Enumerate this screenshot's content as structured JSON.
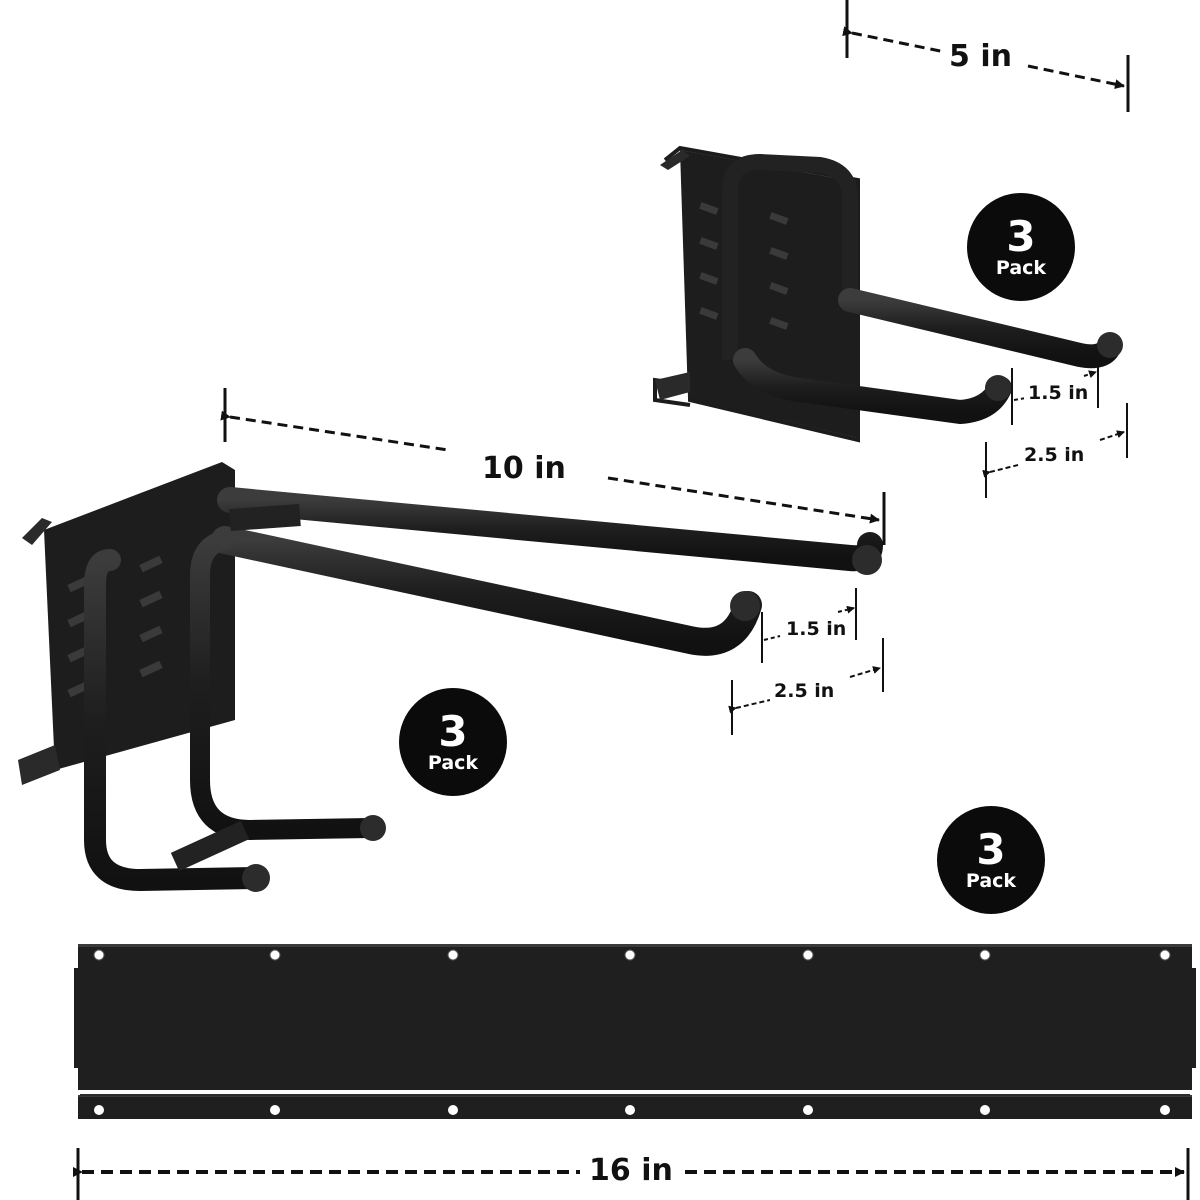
{
  "colors": {
    "background": "#ffffff",
    "product": "#1c1c1c",
    "product_highlight": "#3a3a3a",
    "badge": "#0b0b0b",
    "badge_text": "#ffffff",
    "dimension_line": "#111111"
  },
  "small_hook": {
    "length_label": "5 in",
    "gap_label": "1.5 in",
    "width_label": "2.5 in",
    "badge": {
      "count": "3",
      "text": "Pack"
    }
  },
  "large_hook": {
    "length_label": "10 in",
    "gap_label": "1.5 in",
    "width_label": "2.5 in",
    "badge": {
      "count": "3",
      "text": "Pack"
    }
  },
  "rail": {
    "length_label": "16 in",
    "badge": {
      "count": "3",
      "text": "Pack"
    },
    "holes_per_row": 7
  }
}
